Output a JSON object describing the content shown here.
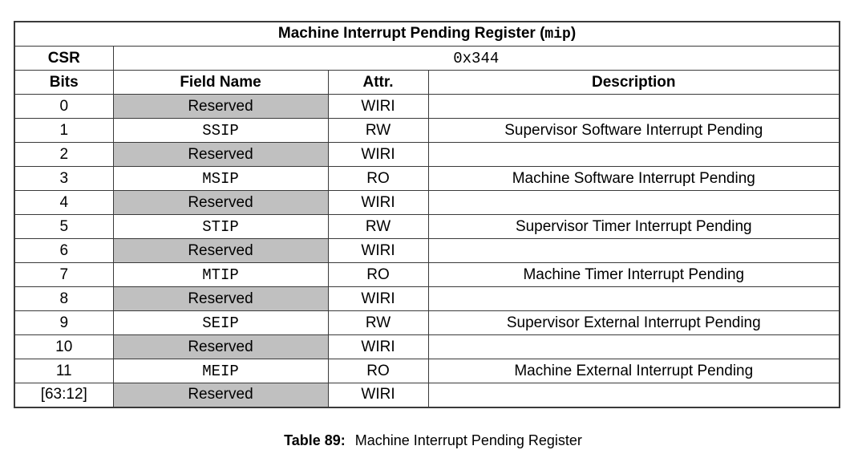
{
  "table": {
    "title_prefix": "Machine Interrupt Pending Register (",
    "title_mono": "mip",
    "title_suffix": ")",
    "csr_label": "CSR",
    "csr_value": "0x344",
    "headers": {
      "bits": "Bits",
      "field_name": "Field Name",
      "attr": "Attr.",
      "description": "Description"
    },
    "rows": [
      {
        "bits": "0",
        "field": "Reserved",
        "field_mono": false,
        "shaded": true,
        "attr": "WIRI",
        "desc": ""
      },
      {
        "bits": "1",
        "field": "SSIP",
        "field_mono": true,
        "shaded": false,
        "attr": "RW",
        "desc": "Supervisor Software Interrupt Pending"
      },
      {
        "bits": "2",
        "field": "Reserved",
        "field_mono": false,
        "shaded": true,
        "attr": "WIRI",
        "desc": ""
      },
      {
        "bits": "3",
        "field": "MSIP",
        "field_mono": true,
        "shaded": false,
        "attr": "RO",
        "desc": "Machine Software Interrupt Pending"
      },
      {
        "bits": "4",
        "field": "Reserved",
        "field_mono": false,
        "shaded": true,
        "attr": "WIRI",
        "desc": ""
      },
      {
        "bits": "5",
        "field": "STIP",
        "field_mono": true,
        "shaded": false,
        "attr": "RW",
        "desc": "Supervisor Timer Interrupt Pending"
      },
      {
        "bits": "6",
        "field": "Reserved",
        "field_mono": false,
        "shaded": true,
        "attr": "WIRI",
        "desc": ""
      },
      {
        "bits": "7",
        "field": "MTIP",
        "field_mono": true,
        "shaded": false,
        "attr": "RO",
        "desc": "Machine Timer Interrupt Pending"
      },
      {
        "bits": "8",
        "field": "Reserved",
        "field_mono": false,
        "shaded": true,
        "attr": "WIRI",
        "desc": ""
      },
      {
        "bits": "9",
        "field": "SEIP",
        "field_mono": true,
        "shaded": false,
        "attr": "RW",
        "desc": "Supervisor External Interrupt Pending"
      },
      {
        "bits": "10",
        "field": "Reserved",
        "field_mono": false,
        "shaded": true,
        "attr": "WIRI",
        "desc": ""
      },
      {
        "bits": "11",
        "field": "MEIP",
        "field_mono": true,
        "shaded": false,
        "attr": "RO",
        "desc": "Machine External Interrupt Pending"
      },
      {
        "bits": "[63:12]",
        "field": "Reserved",
        "field_mono": false,
        "shaded": true,
        "attr": "WIRI",
        "desc": ""
      }
    ]
  },
  "caption": {
    "label": "Table 89:",
    "text": "Machine Interrupt Pending Register"
  },
  "colors": {
    "shaded_cell": "#c0c0c0",
    "border": "#3a3a3a",
    "text": "#000000",
    "background": "#ffffff"
  }
}
